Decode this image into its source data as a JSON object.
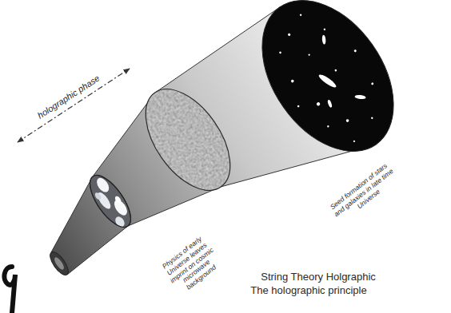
{
  "diagram": {
    "labels": [
      "holographic phase",
      "Physics of early Universe leaves imprint on cosmic microwave background",
      "Seed formation of stars and galaxies in late time Universe",
      "String Theory Holgraphic",
      "The holographic principle"
    ]
  }
}
